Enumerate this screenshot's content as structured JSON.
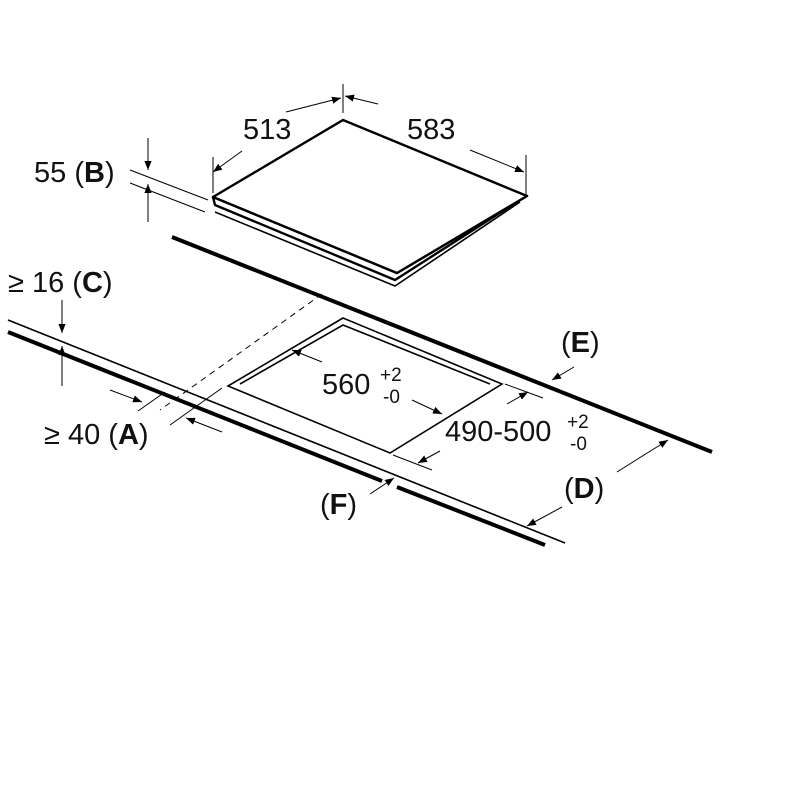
{
  "dimensions": {
    "hob_depth": "513",
    "hob_width": "583",
    "hob_height": {
      "value": "55 (",
      "letter": "B",
      "close": ")"
    },
    "min_front_gap": {
      "value": "≥ 16 (",
      "letter": "C",
      "close": ")"
    },
    "min_front_distance": {
      "value": "≥ 40 (",
      "letter": "A",
      "close": ")"
    },
    "cutout_width": {
      "value": "560",
      "tol_plus": "+2",
      "tol_minus": "-0"
    },
    "cutout_depth": {
      "value": "490-500",
      "tol_plus": "+2",
      "tol_minus": "-0"
    }
  },
  "labels": {
    "D": {
      "open": "(",
      "letter": "D",
      "close": ")"
    },
    "E": {
      "open": "(",
      "letter": "E",
      "close": ")"
    },
    "F": {
      "open": "(",
      "letter": "F",
      "close": ")"
    }
  }
}
